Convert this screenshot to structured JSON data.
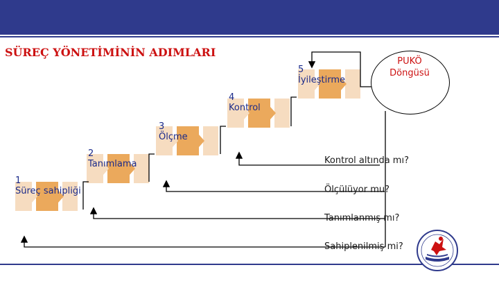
{
  "title": "SÜREÇ YÖNETİMİNİN ADIMLARI",
  "steps": [
    {
      "number": "1",
      "label": "Süreç sahipliği"
    },
    {
      "number": "2",
      "label": "Tanımlama"
    },
    {
      "number": "3",
      "label": "Ölçme"
    },
    {
      "number": "4",
      "label": "Kontrol"
    },
    {
      "number": "5",
      "label": "İyileştirme"
    }
  ],
  "cycle": {
    "line1": "PUKÖ",
    "line2": "Döngüsü"
  },
  "questions": [
    "Kontrol altında mı?",
    "Ölçülüyor mu?",
    "Tanımlanmış mı?",
    "Sahiplenilmiş mi?"
  ],
  "colors": {
    "banner": "#2f3a8c",
    "title": "#cc1111",
    "step_label": "#1a2a8a",
    "light_box": "#f6dcc0",
    "dark_box": "#eba95c"
  }
}
